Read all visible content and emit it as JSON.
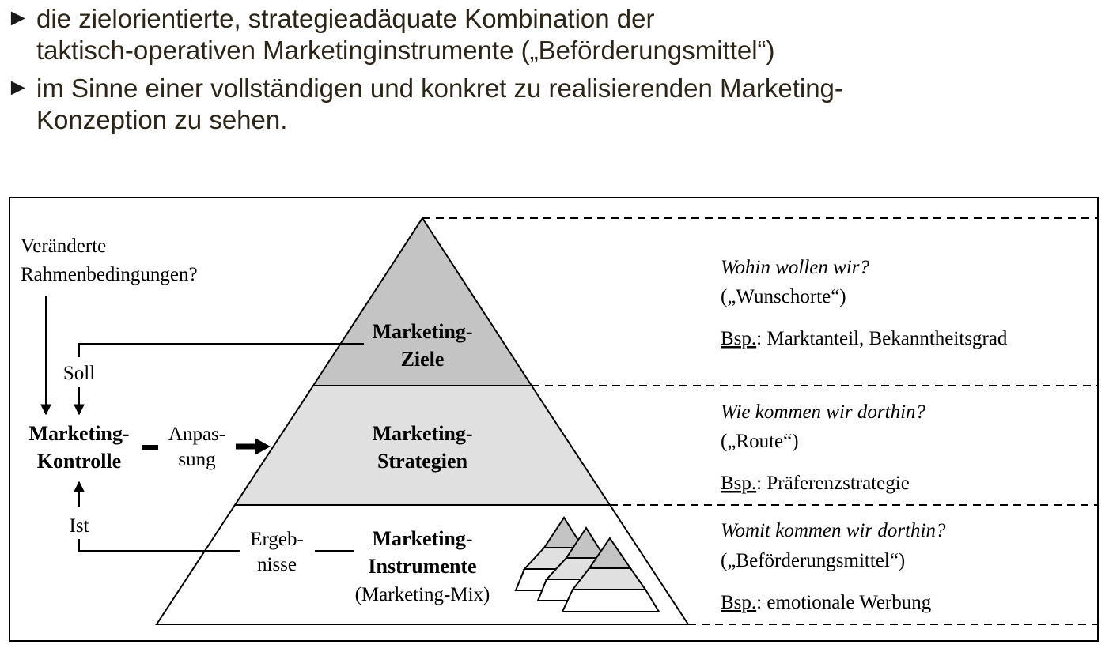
{
  "bullets": [
    {
      "lines": [
        "die zielorientierte, strategieadäquate Kombination der",
        "taktisch-operativen Marketinginstrumente („Beförderungsmittel“)"
      ]
    },
    {
      "lines": [
        "im Sinne einer vollständigen und konkret zu realisierenden Marketing-",
        "Konzeption zu sehen."
      ]
    }
  ],
  "bullet_icon": "right-triangle-arrow",
  "diagram": {
    "left": {
      "changed_conditions": [
        "Veränderte",
        "Rahmenbedingungen?"
      ],
      "soll": "Soll",
      "ist": "Ist",
      "control": [
        "Marketing-",
        "Kontrolle"
      ],
      "adjustment": [
        "Anpas-",
        "sung"
      ],
      "results": [
        "Ergeb-",
        "nisse"
      ]
    },
    "levels": [
      {
        "title": [
          "Marketing-",
          "Ziele"
        ],
        "question": "Wohin wollen wir?",
        "metaphor": "(„Wunschorte“)",
        "example_label": "Bsp.",
        "example": ": Marktanteil, Bekanntheitsgrad",
        "fill": "#c4c4c4"
      },
      {
        "title": [
          "Marketing-",
          "Strategien"
        ],
        "question": "Wie kommen wir dorthin?",
        "metaphor": "(„Route“)",
        "example_label": "Bsp.",
        "example": ": Präferenzstrategie",
        "fill": "#e0e0e0"
      },
      {
        "title": [
          "Marketing-",
          "Instrumente",
          "(Marketing-Mix)"
        ],
        "question": "Womit kommen wir dorthin?",
        "metaphor": "(„Beförderungsmittel“)",
        "example_label": "Bsp.",
        "example": ": emotionale Werbung",
        "fill": "#ffffff"
      }
    ]
  }
}
